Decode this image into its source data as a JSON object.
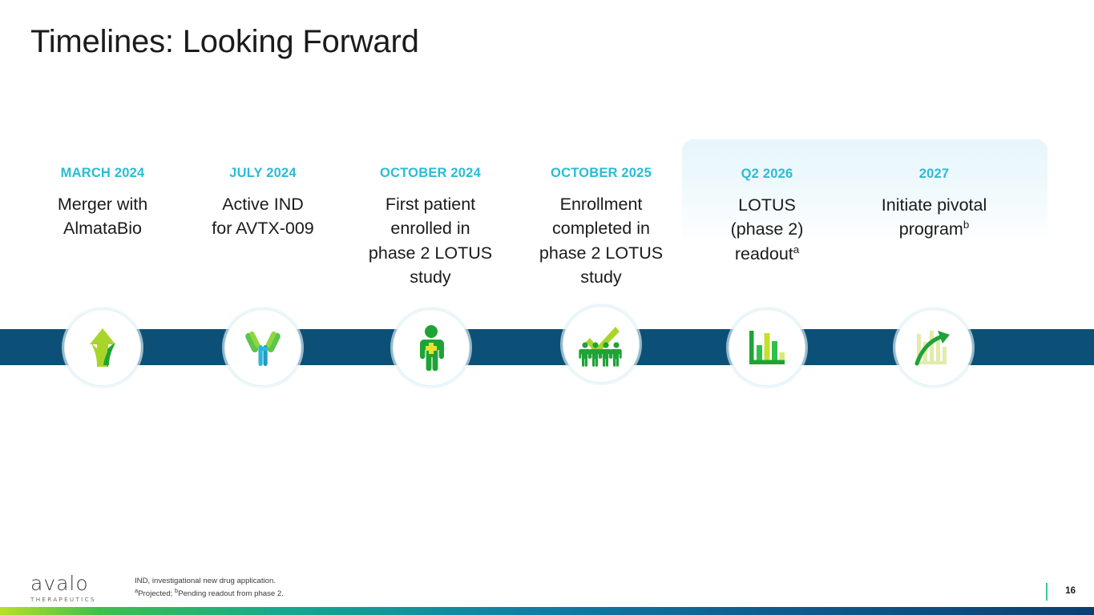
{
  "slide": {
    "title": "Timelines: Looking Forward",
    "page_number": "16"
  },
  "colors": {
    "date_accent": "#29bcd4",
    "timeline_bar": "#0d5077",
    "highlight_panel": "#e7f6fb",
    "page_marker": "#3cc88f",
    "icon_green": "#1fa336",
    "icon_lime": "#a8d52a",
    "icon_cyan": "#29b5d8"
  },
  "timeline": {
    "milestones": [
      {
        "date": "MARCH 2024",
        "text": "Merger with AlmataBio",
        "lines": [
          "Merger with",
          "AlmataBio"
        ],
        "superscript": "",
        "icon": "merge-arrows-icon",
        "highlighted": false
      },
      {
        "date": "JULY 2024",
        "text": "Active IND for AVTX-009",
        "lines": [
          "Active IND",
          "for AVTX-009"
        ],
        "superscript": "",
        "icon": "antibody-icon",
        "highlighted": false
      },
      {
        "date": "OCTOBER 2024",
        "text": "First patient enrolled in phase 2 LOTUS study",
        "lines": [
          "First patient",
          "enrolled in",
          "phase 2 LOTUS",
          "study"
        ],
        "superscript": "",
        "icon": "patient-icon",
        "highlighted": false
      },
      {
        "date": "OCTOBER 2025",
        "text": "Enrollment completed in phase 2 LOTUS study",
        "lines": [
          "Enrollment",
          "completed in",
          "phase 2 LOTUS",
          "study"
        ],
        "superscript": "",
        "icon": "enrollment-complete-icon",
        "highlighted": false
      },
      {
        "date": "Q2 2026",
        "text": "LOTUS (phase 2) readout",
        "lines": [
          "LOTUS",
          "(phase 2)",
          "readout"
        ],
        "superscript": "a",
        "icon": "bar-chart-icon",
        "highlighted": true
      },
      {
        "date": "2027",
        "text": "Initiate pivotal program",
        "lines": [
          "Initiate pivotal",
          "program"
        ],
        "superscript": "b",
        "icon": "growth-arrow-icon",
        "highlighted": true
      }
    ]
  },
  "footer": {
    "logo_word": "avalo",
    "logo_sub": "THERAPEUTICS",
    "footnote_line1": "IND, investigational new drug application.",
    "footnote_a_marker": "a",
    "footnote_a_text": "Projected; ",
    "footnote_b_marker": "b",
    "footnote_b_text": "Pending readout from phase 2."
  }
}
